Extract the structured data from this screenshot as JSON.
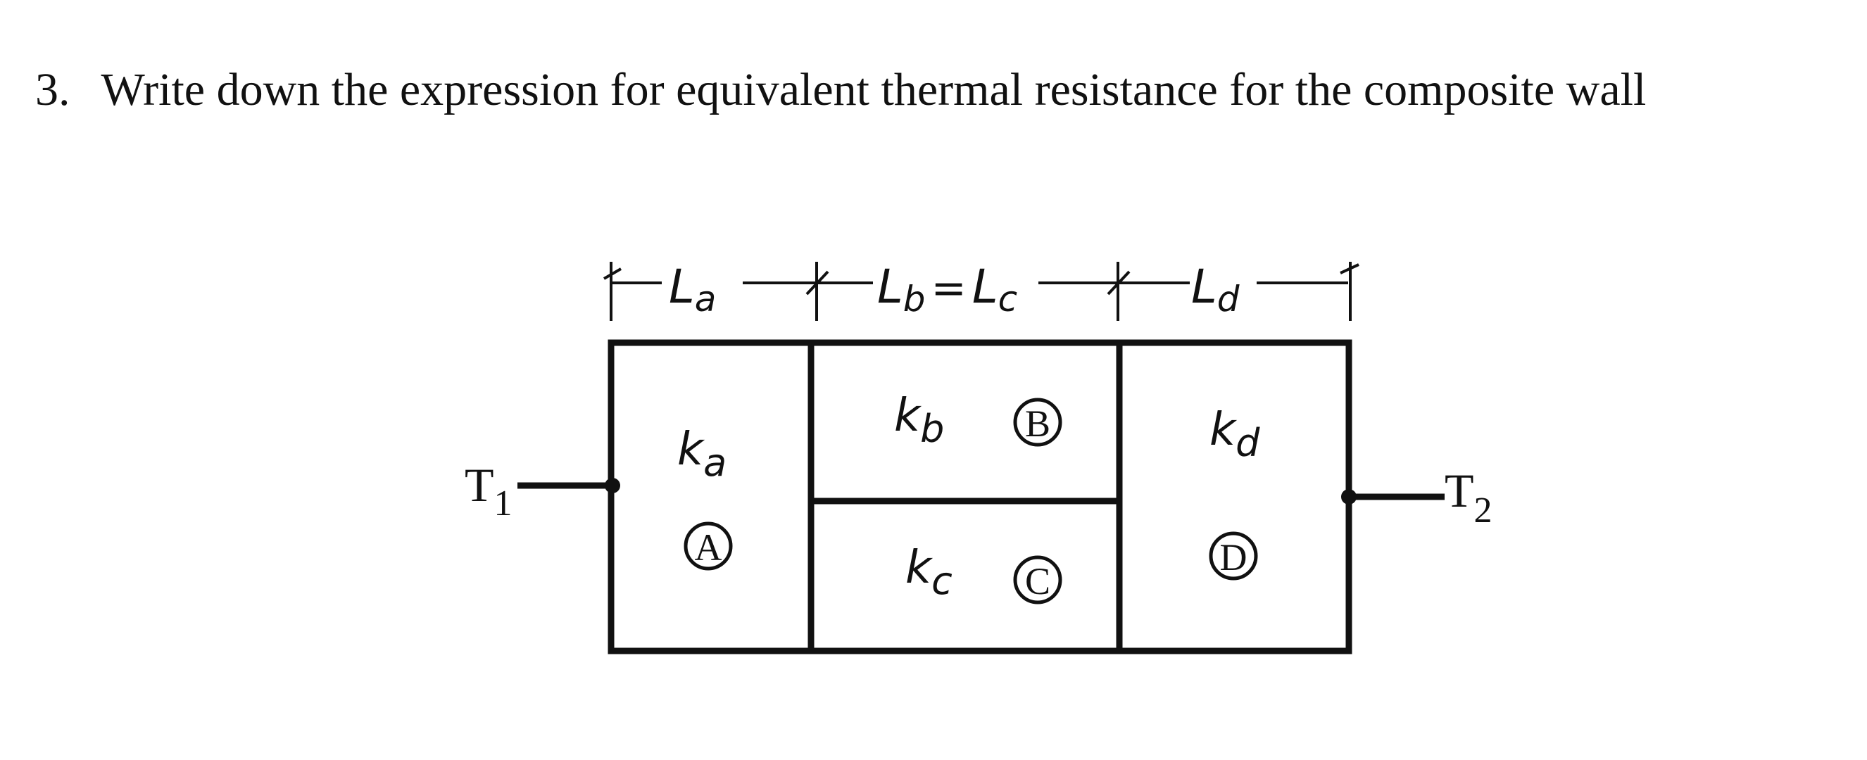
{
  "question": {
    "number": "3.",
    "text": "Write down the expression for equivalent thermal resistance for the composite wall"
  },
  "diagram": {
    "dimensions": {
      "La": {
        "main": "L",
        "sub": "a"
      },
      "Lbc": {
        "b_main": "L",
        "b_sub": "b",
        "equals": "=",
        "c_main": "L",
        "c_sub": "c"
      },
      "Ld": {
        "main": "L",
        "sub": "d"
      }
    },
    "temperatures": {
      "left": {
        "main": "T",
        "sub": "1"
      },
      "right": {
        "main": "T",
        "sub": "2"
      }
    },
    "layers": {
      "A": {
        "k_main": "k",
        "k_sub": "a",
        "tag": "A"
      },
      "B": {
        "k_main": "k",
        "k_sub": "b",
        "tag": "B"
      },
      "C": {
        "k_main": "k",
        "k_sub": "c",
        "tag": "C"
      },
      "D": {
        "k_main": "k",
        "k_sub": "d",
        "tag": "D"
      }
    }
  }
}
